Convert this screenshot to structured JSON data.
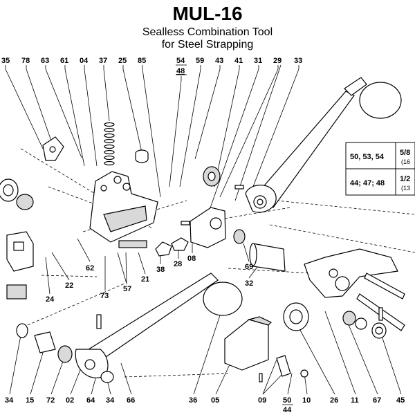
{
  "header": {
    "title": "MUL-16",
    "subtitle_line1": "Sealless Combination Tool",
    "subtitle_line2": "for Steel Strapping"
  },
  "colors": {
    "ink": "#000000",
    "paper": "#ffffff",
    "part_fill": "#ffffff",
    "shade": "#d9d9d9"
  },
  "table": {
    "rows": [
      {
        "parts": "50, 53, 54",
        "size": "5/8",
        "sub": "(16"
      },
      {
        "parts": "44; 47; 48",
        "size": "1/2",
        "sub": "(13"
      }
    ]
  },
  "top_labels": [
    "35",
    "78",
    "63",
    "61",
    "04",
    "37",
    "25",
    "85",
    "54",
    "48",
    "59",
    "43",
    "41",
    "31",
    "29",
    "33"
  ],
  "mid_labels": [
    "62",
    "22",
    "24",
    "73",
    "57",
    "21",
    "38",
    "28",
    "08",
    "69",
    "32"
  ],
  "bottom_labels": [
    "34",
    "15",
    "72",
    "02",
    "64",
    "34",
    "66",
    "36",
    "05",
    "09",
    "50",
    "44",
    "10",
    "26",
    "11",
    "67",
    "45"
  ]
}
